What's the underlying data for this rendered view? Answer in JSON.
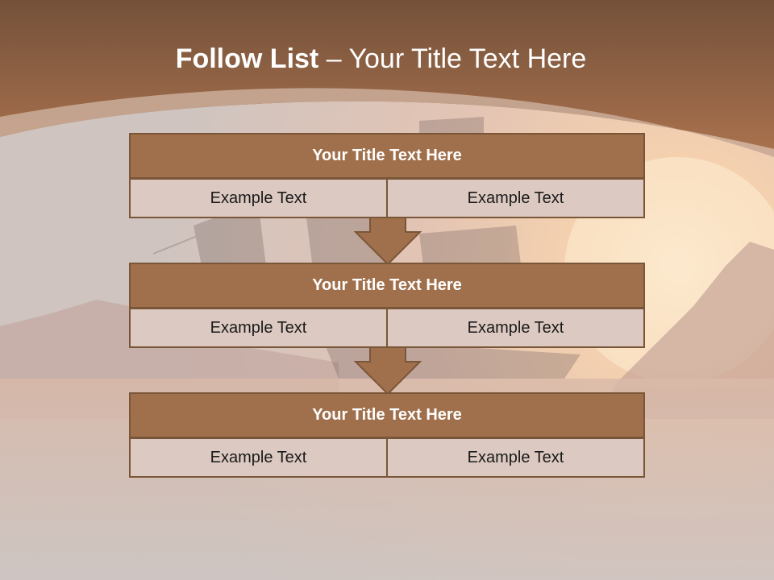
{
  "slide": {
    "title_bold": "Follow List",
    "title_rest": "– Your Title Text Here"
  },
  "blocks": [
    {
      "title": "Your Title Text Here",
      "left": "Example Text",
      "right": "Example Text"
    },
    {
      "title": "Your Title Text Here",
      "left": "Example Text",
      "right": "Example Text"
    },
    {
      "title": "Your Title Text Here",
      "left": "Example Text",
      "right": "Example Text"
    }
  ],
  "colors": {
    "header_band": "#8a5a3c",
    "block_header": "#a0704c",
    "block_cell": "#dcc9c1",
    "border": "#7a5638",
    "arrow": "#a0704c"
  }
}
